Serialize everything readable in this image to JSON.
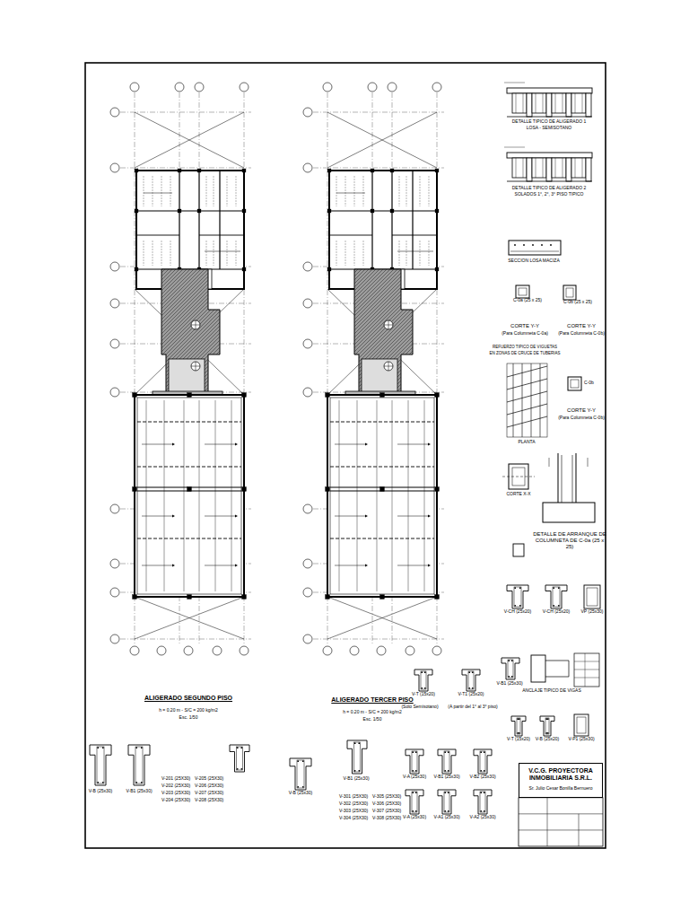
{
  "diagram": {
    "nodes": [
      {
        "text": [
          "V.C.G. PROYECTORA INMOBILIARIA S.R.L.",
          "Sr. Julio Cesar Bonilla Bernuero"
        ]
      }
    ],
    "labels": [
      "ALIGERADO SEGUNDO PISO",
      "h = 0.20 m - S/C = 200 kg/m2",
      "Esc. 1/50",
      "ALIGERADO TERCER PISO",
      "h = 0.20 m - S/C = 200 kg/m2",
      "Esc. 1/50",
      "DETALLE TIPICO DE ALIGERADO 1",
      "LOSA - SEMISOTANO",
      "DETALLE TIPICO DE ALIGERADO 2",
      "SOLADOS 1°, 2°, 3° PISO TIPICO",
      "SECCION LOSA MACIZA",
      "C-0a (25 x 25)",
      "CORTE Y-Y",
      "(Para Columneta C-0a)",
      "C-0b (25 x 25)",
      "CORTE Y-Y",
      "(Para Columneta C-0b)",
      "REFUERZO TIPICO DE VIGUETAS",
      "EN ZONAS DE CRUCE DE TUBERIAS",
      "C-0b",
      "CORTE Y-Y",
      "(Para Columneta C-0b)",
      "PLANTA",
      "CORTE X-X",
      "DETALLE DE ARRANQUE DE COLUMNETA DE C-0a (25 x 25)",
      "V-CH (25x20)",
      "V-CH (25x20)",
      "VP (25x30)",
      "V-T (15x20)",
      "(Solo Semisotano)",
      "V-T1 (25x20)",
      "(A partir del 1° al 3° piso)",
      "V-B1 (25x30)",
      "ANCLAJE TIPICO DE VIGAS",
      "V-T (15x20)",
      "V-B (25x20)",
      "V-P1 (25x30)",
      "V-A (25x30)",
      "V-B1 (25x30)",
      "V-B2 (25x30)",
      "V-A (25x30)",
      "V-A1 (25x30)",
      "V-A2 (25x30)",
      "V-B (25x30)",
      "V-B1 (25x30)",
      "V-201 (25X30)",
      "V-202 (25X30)",
      "V-203 (25X30)",
      "V-204 (25X30)",
      "V-205 (25X30)",
      "V-206 (25X30)",
      "V-207 (25X30)",
      "V-208 (25X30)",
      "V-B (25x30)",
      "V-B1 (25x30)",
      "V-301 (25X30)",
      "V-302 (25X30)",
      "V-303 (25X30)",
      "V-304 (25X30)",
      "V-305 (25X30)",
      "V-306 (25X30)",
      "V-307 (25X30)",
      "V-308 (25X30)"
    ]
  }
}
